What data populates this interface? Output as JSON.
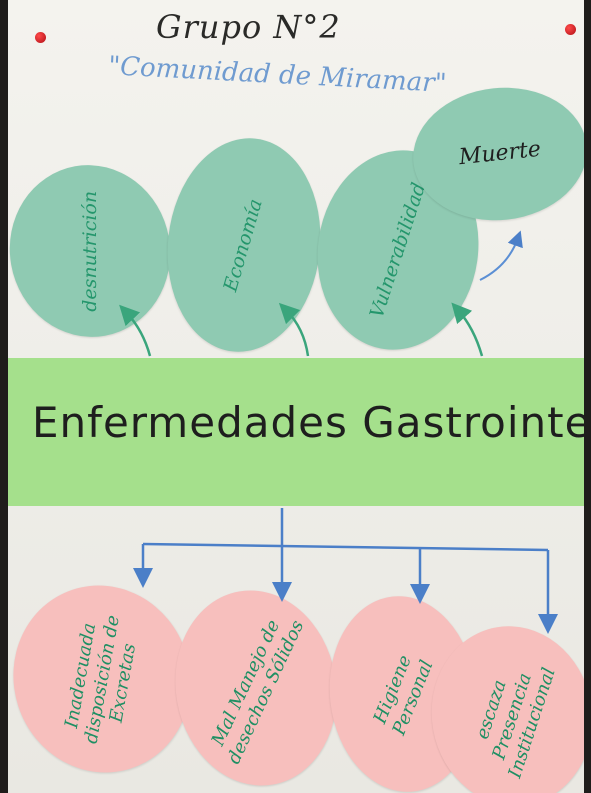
{
  "header": {
    "title": "Grupo N°2",
    "subtitle": "\"Comunidad de Miramar\""
  },
  "effects": [
    {
      "label": "desnutrición"
    },
    {
      "label": "Economía"
    },
    {
      "label": "Vulnerabilidad"
    },
    {
      "label": "Muerte"
    }
  ],
  "problem": {
    "label": "Enfermedades Gastrointesti..."
  },
  "causes": [
    {
      "label": "Inadecuada disposición de Excretas"
    },
    {
      "label": "Mal Manejo de desechos Sólidos"
    },
    {
      "label": "Higiene Personal"
    },
    {
      "label": "escaza Presencia Institucional"
    }
  ],
  "colors": {
    "effect_card": "#8fcab2",
    "problem_band": "#a5e08c",
    "cause_card": "#f7bfbd",
    "ink_green": "#24966c",
    "ink_blue": "#4b7fc8",
    "ink_dark": "#1e1e1e",
    "pin": "#d21a1a"
  }
}
